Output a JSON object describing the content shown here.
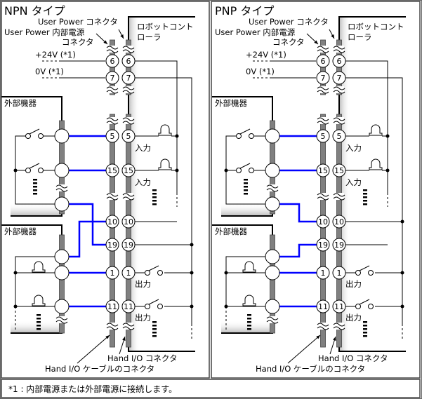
{
  "panels": [
    {
      "type": "npn",
      "title": "NPN タイプ",
      "user_power_connector": "User Power コネクタ",
      "user_power_internal_line1": "User Power 内部電源",
      "user_power_internal_line2": "コネクタ",
      "robot_controller_line1": "ロボットコント",
      "robot_controller_line2": "ローラ",
      "plus24v": "+24V (*1)",
      "zero_v": "0V (*1)",
      "external_device_upper": "外部機器",
      "external_device_lower": "外部機器",
      "input_label": "入力",
      "output_label": "出力",
      "hand_io_connector": "Hand I/O コネクタ",
      "hand_io_cable_connector": "Hand I/O ケーブルのコネクタ",
      "pins": [
        "6",
        "7",
        "5",
        "15",
        "10",
        "19",
        "1",
        "11"
      ]
    },
    {
      "type": "pnp",
      "title": "PNP タイプ",
      "user_power_connector": "User Power コネクタ",
      "user_power_internal_line1": "User Power 内部電源",
      "user_power_internal_line2": "コネクタ",
      "robot_controller_line1": "ロボットコント",
      "robot_controller_line2": "ローラ",
      "plus24v": "+24V (*1)",
      "zero_v": "0V (*1)",
      "external_device_upper": "外部機器",
      "external_device_lower": "外部機器",
      "input_label": "入力",
      "output_label": "出力",
      "hand_io_connector": "Hand I/O コネクタ",
      "hand_io_cable_connector": "Hand I/O ケーブルのコネクタ",
      "pins": [
        "6",
        "7",
        "5",
        "15",
        "10",
        "19",
        "1",
        "11"
      ]
    }
  ],
  "footnote": "*1 : 内部電源または外部電源に接続します。",
  "colors": {
    "signal_wire": "#0000ff",
    "connector_bar": "#808080",
    "wire": "#000000"
  }
}
